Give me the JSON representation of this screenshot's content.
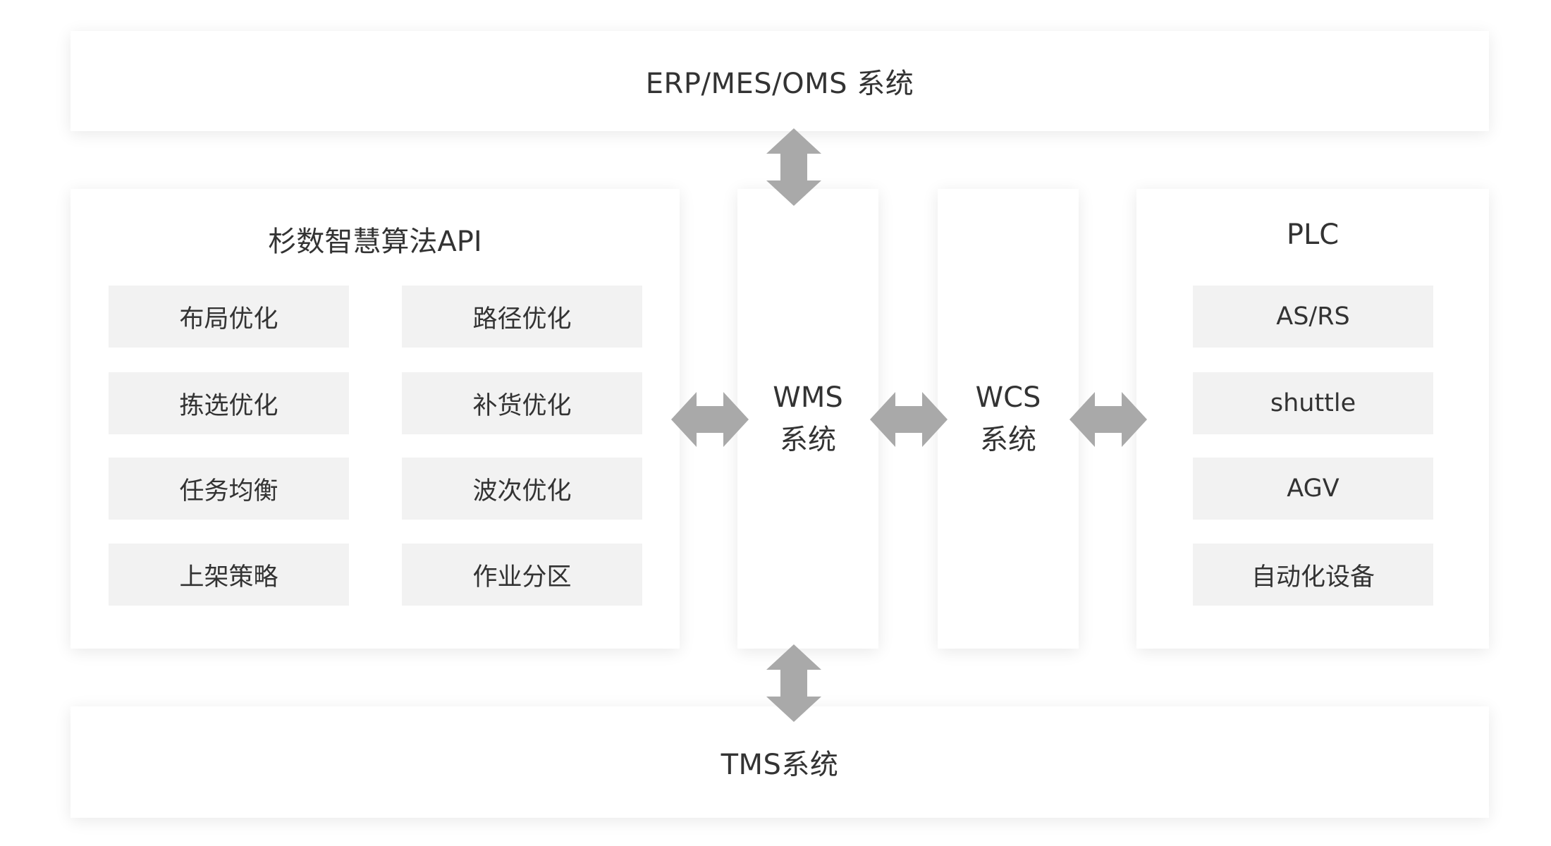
{
  "top_bar": {
    "label": "ERP/MES/OMS 系统"
  },
  "bottom_bar": {
    "label": "TMS系统"
  },
  "algo_panel": {
    "title": "杉数智慧算法API",
    "items": [
      "布局优化",
      "路径优化",
      "拣选优化",
      "补货优化",
      "任务均衡",
      "波次优化",
      "上架策略",
      "作业分区"
    ]
  },
  "wms": {
    "line1": "WMS",
    "line2": "系统"
  },
  "wcs": {
    "line1": "WCS",
    "line2": "系统"
  },
  "plc_panel": {
    "title": "PLC",
    "items": [
      "AS/RS",
      "shuttle",
      "AGV",
      "自动化设备"
    ]
  },
  "colors": {
    "card": "#ffffff",
    "chip": "#f2f2f2",
    "arrow": "#a9a9a9",
    "text": "#333333"
  }
}
